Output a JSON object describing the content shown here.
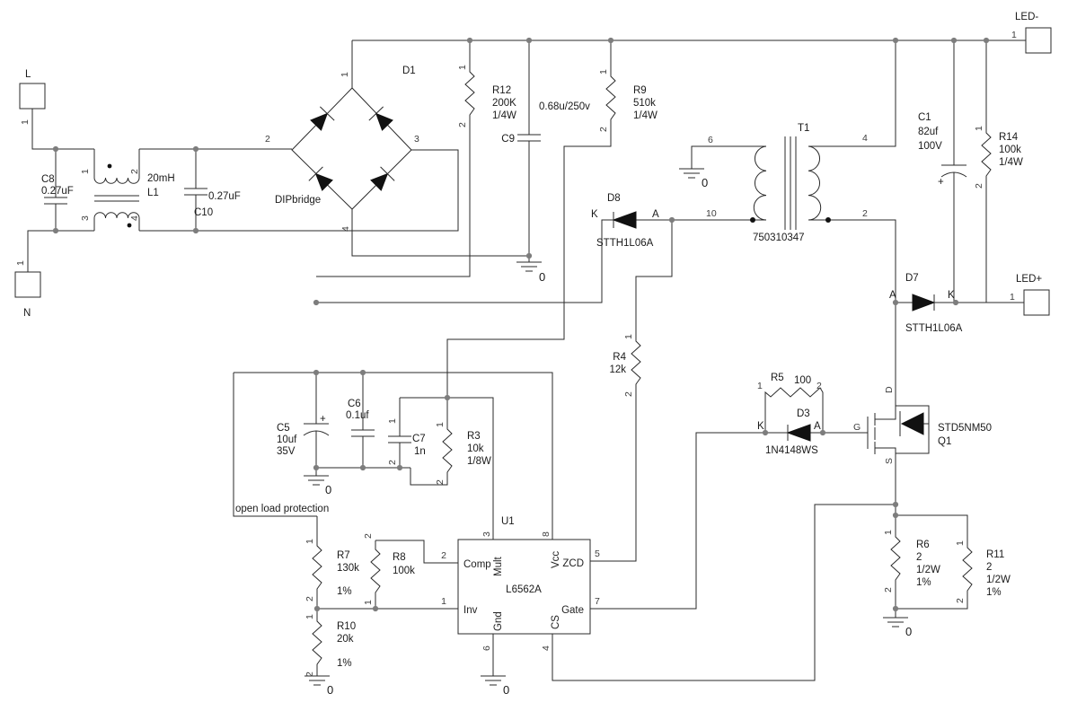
{
  "diagram": {
    "connectors": {
      "l": "L",
      "n": "N",
      "led_minus": "LED-",
      "led_plus": "LED+"
    },
    "pins": {
      "p1": "1",
      "p2": "2",
      "p3": "3",
      "p4": "4",
      "p5": "5",
      "p6": "6",
      "p7": "7",
      "p8": "8",
      "p10": "10"
    },
    "terminals": {
      "k": "K",
      "a": "A",
      "d": "D",
      "g": "G",
      "s": "S"
    },
    "ground_label": "0",
    "polarity_plus": "+",
    "note": "open load protection",
    "ic": {
      "ref": "U1",
      "part": "L6562A",
      "pin_names": {
        "comp": "Comp",
        "inv": "Inv",
        "mult": "Mult",
        "gnd": "Gnd",
        "vcc": "Vcc",
        "zcd": "ZCD",
        "cs": "CS",
        "gate": "Gate"
      }
    },
    "components": {
      "c8": {
        "ref": "C8",
        "value": "0.27uF"
      },
      "l1": {
        "ref": "L1",
        "value": "20mH"
      },
      "c10": {
        "ref": "C10",
        "value": "0.27uF"
      },
      "d1": {
        "ref": "D1",
        "part": "DIPbridge"
      },
      "r12": {
        "ref": "R12",
        "value": "200K",
        "power": "1/4W"
      },
      "c9": {
        "ref": "C9",
        "value": "0.68u/250v"
      },
      "r9": {
        "ref": "R9",
        "value": "510k",
        "power": "1/4W"
      },
      "d8": {
        "ref": "D8",
        "part": "STTH1L06A"
      },
      "t1": {
        "ref": "T1",
        "part": "750310347"
      },
      "c1": {
        "ref": "C1",
        "value": "82uf",
        "voltage": "100V"
      },
      "r14": {
        "ref": "R14",
        "value": "100k",
        "power": "1/4W"
      },
      "d7": {
        "ref": "D7",
        "part": "STTH1L06A"
      },
      "r4": {
        "ref": "R4",
        "value": "12k"
      },
      "r5": {
        "ref": "R5",
        "value": "100"
      },
      "d3": {
        "ref": "D3",
        "part": "1N4148WS"
      },
      "q1": {
        "ref": "Q1",
        "part": "STD5NM50"
      },
      "c5": {
        "ref": "C5",
        "value": "10uf",
        "voltage": "35V"
      },
      "c6": {
        "ref": "C6",
        "value": "0.1uf"
      },
      "c7": {
        "ref": "C7",
        "value": "1n"
      },
      "r3": {
        "ref": "R3",
        "value": "10k",
        "power": "1/8W"
      },
      "r7": {
        "ref": "R7",
        "value": "130k",
        "tolerance": "1%"
      },
      "r8": {
        "ref": "R8",
        "value": "100k"
      },
      "r10": {
        "ref": "R10",
        "value": "20k",
        "tolerance": "1%"
      },
      "r6": {
        "ref": "R6",
        "value": "2",
        "power": "1/2W",
        "tolerance": "1%"
      },
      "r11": {
        "ref": "R11",
        "value": "2",
        "power": "1/2W",
        "tolerance": "1%"
      }
    }
  }
}
